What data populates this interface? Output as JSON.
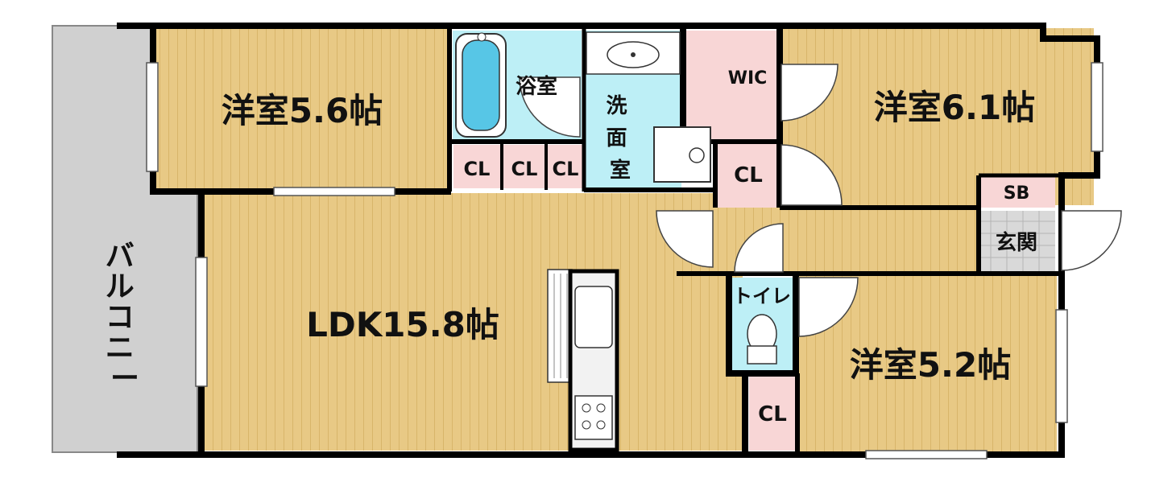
{
  "colors": {
    "floor": "#e8c985",
    "floor_stripe": "#d8b56a",
    "wet": "#bdeff6",
    "closet": "#f8d6d6",
    "entrance": "#d9d9d9",
    "balcony": "#d0d0d0",
    "wall": "#000000"
  },
  "rooms": {
    "west_bedroom": "洋室5.6帖",
    "east_bedroom": "洋室6.1帖",
    "south_bedroom": "洋室5.2帖",
    "ldk": "LDK15.8帖",
    "bath": "浴室",
    "washroom": [
      "洗",
      "面",
      "室"
    ],
    "wic": "WIC",
    "toilet": "トイレ",
    "entrance": "玄関",
    "shoe_box": "SB",
    "balcony": [
      "バ",
      "ル",
      "コ",
      "ニ",
      "ー"
    ]
  },
  "closets": {
    "cl1": "CL",
    "cl2": "CL",
    "cl3": "CL",
    "cl_hall": "CL",
    "cl_south": "CL"
  }
}
